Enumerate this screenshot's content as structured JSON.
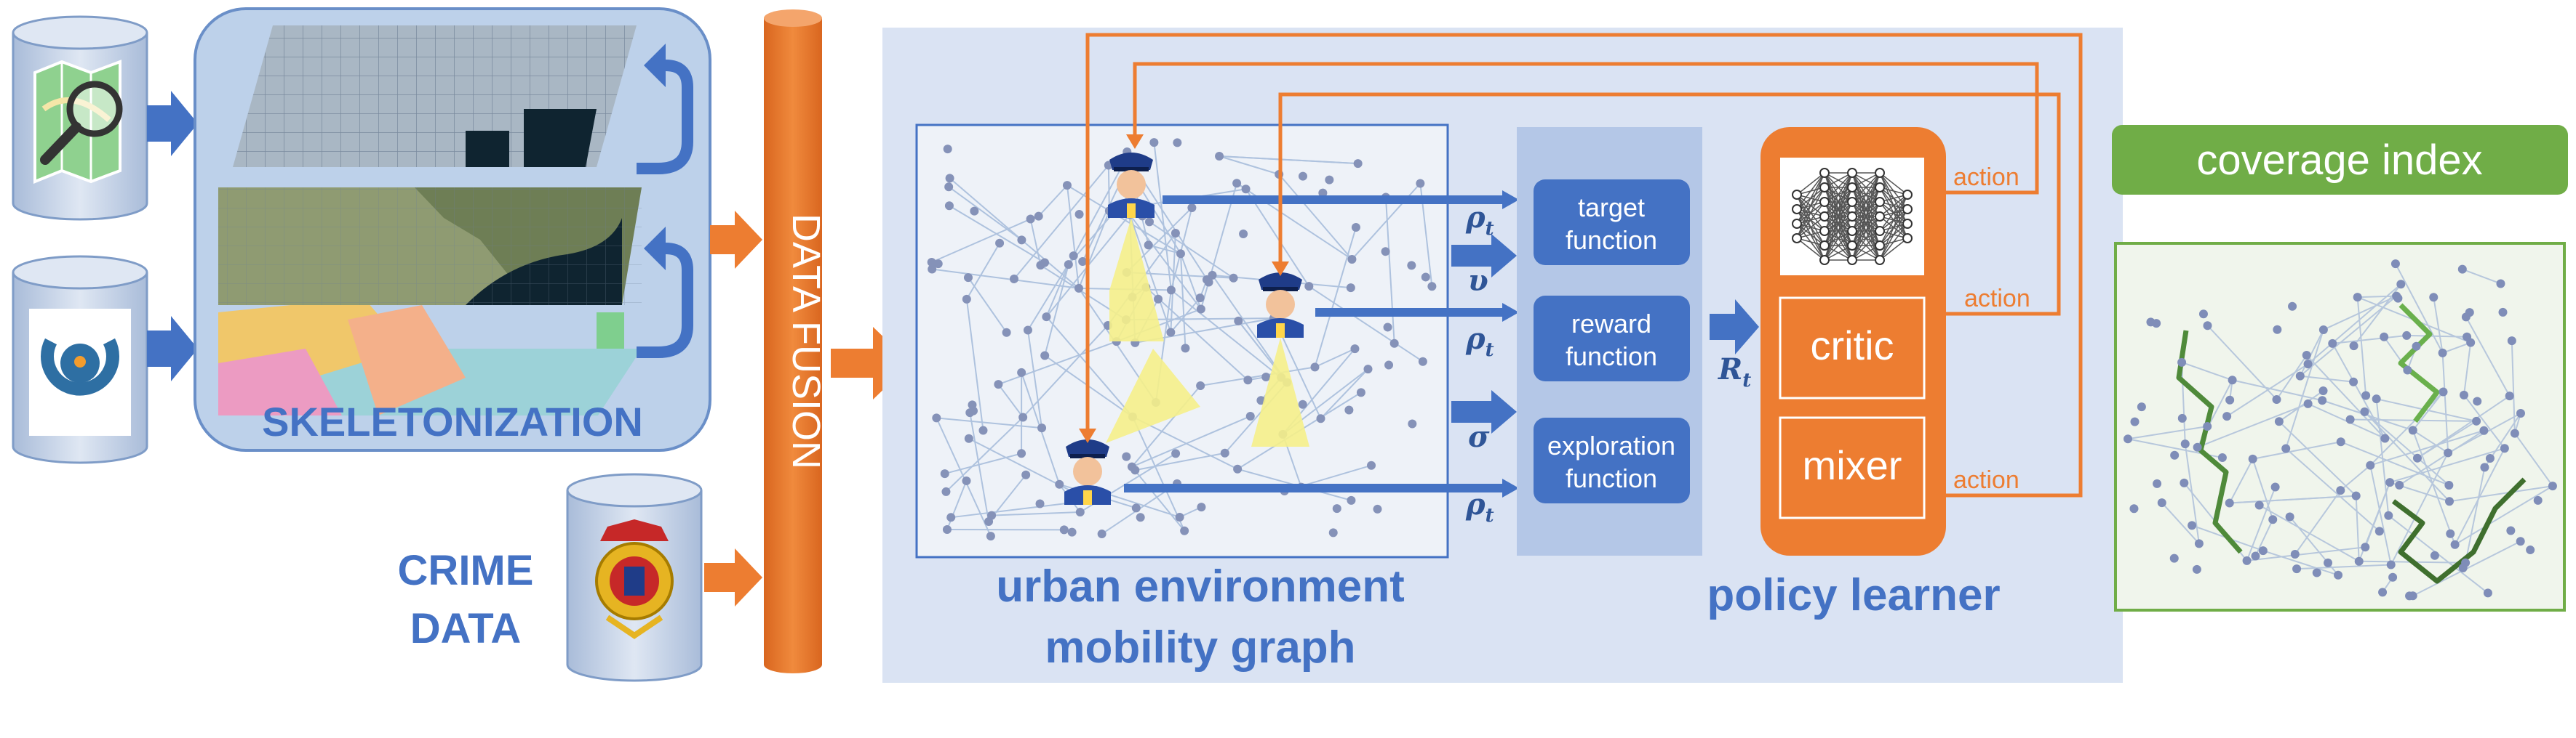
{
  "labels": {
    "skeletonization": "SKELETONIZATION",
    "crime_line1": "CRIME",
    "crime_line2": "DATA",
    "data_fusion": "DATA FUSION",
    "graph_line1": "urban environment",
    "graph_line2": "mobility graph",
    "target_line1": "target",
    "target_line2": "function",
    "reward_line1": "reward",
    "reward_line2": "function",
    "exploration_line1": "exploration",
    "exploration_line2": "function",
    "critic": "critic",
    "mixer": "mixer",
    "policy_learner": "policy learner",
    "coverage_index": "coverage index",
    "action": "action",
    "rho": "ρ",
    "rho_sub": "t",
    "upsilon": "υ",
    "sigma": "σ",
    "r": "R",
    "r_sub": "t"
  },
  "icons": [
    "map-icon",
    "magnifier-icon",
    "location-app-icon",
    "police-badge-icon",
    "police-officer-icon",
    "neural-network-icon"
  ],
  "colors": {
    "blue": "#4472c4",
    "orange": "#ed7d31",
    "green": "#70ad47",
    "panel_bg": "#dae3f3",
    "cylinder": "#c7d5ea"
  }
}
